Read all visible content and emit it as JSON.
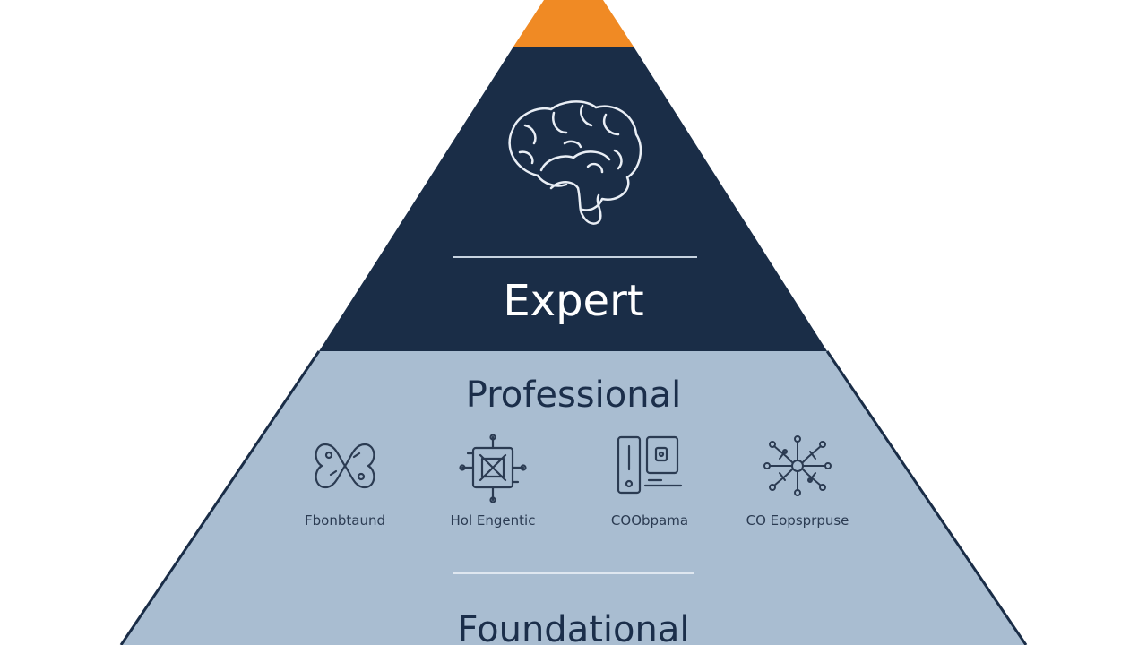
{
  "colors": {
    "apex": "#f08a24",
    "expert_fill": "#1a2d47",
    "lower_fill": "#a9bdd1",
    "outline": "#1a2d47",
    "divider_light": "#d5dfea",
    "text_dark": "#1b2e4a"
  },
  "tiers": {
    "expert": {
      "title": "Expert",
      "icon": "brain-icon"
    },
    "professional": {
      "title": "Professional",
      "items": [
        {
          "icon": "infinity-network-icon",
          "label": "Fbonbtaund"
        },
        {
          "icon": "circuit-chip-icon",
          "label": "Hol Engentic"
        },
        {
          "icon": "devices-icon",
          "label": "COObpama"
        },
        {
          "icon": "neural-network-icon",
          "label": "CO Eopsprpuse"
        }
      ]
    },
    "foundational": {
      "title": "Foundational"
    }
  }
}
